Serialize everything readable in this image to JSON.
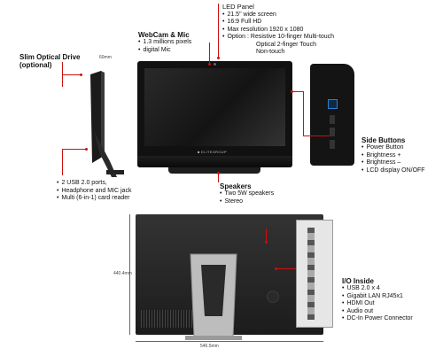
{
  "led": {
    "title": "LED Panel",
    "items": [
      "21.5\" wide screen",
      "16:9 Full HD",
      "Max resolution 1920 x 1080"
    ],
    "option_prefix": "Option :",
    "option_lines": [
      "Resistive 10-finger Multi-touch",
      "Optical 2-finger Touch",
      "Non-touch"
    ]
  },
  "webcam": {
    "title": "WebCam & Mic",
    "items": [
      "1.3 millions pixels",
      "digital Mic"
    ]
  },
  "optical": {
    "title_line1": "Slim Optical Drive",
    "title_line2": "(optional)",
    "dim": "60mm"
  },
  "side_ports": {
    "items": [
      "2 USB 2.0 ports,",
      "Headphone and MIC jack",
      "Multi (6-in-1) card reader"
    ]
  },
  "speakers": {
    "title": "Speakers",
    "items": [
      "Two 5W speakers",
      "Stereo"
    ]
  },
  "side_buttons": {
    "title": "Side Buttons",
    "items": [
      "Power Button",
      "Brightness +",
      "Brightness –",
      "LCD display ON/OFF"
    ]
  },
  "io": {
    "title": "I/O Inside",
    "items": [
      "USB 2.0 x 4",
      "Gigabit LAN RJ45x1",
      "HDMI Out",
      "Audio out",
      "DC-In  Power Connector"
    ]
  },
  "dims": {
    "height": "440.4mm",
    "width": "546.5mm"
  },
  "brand": "■ ELITEGROUP"
}
